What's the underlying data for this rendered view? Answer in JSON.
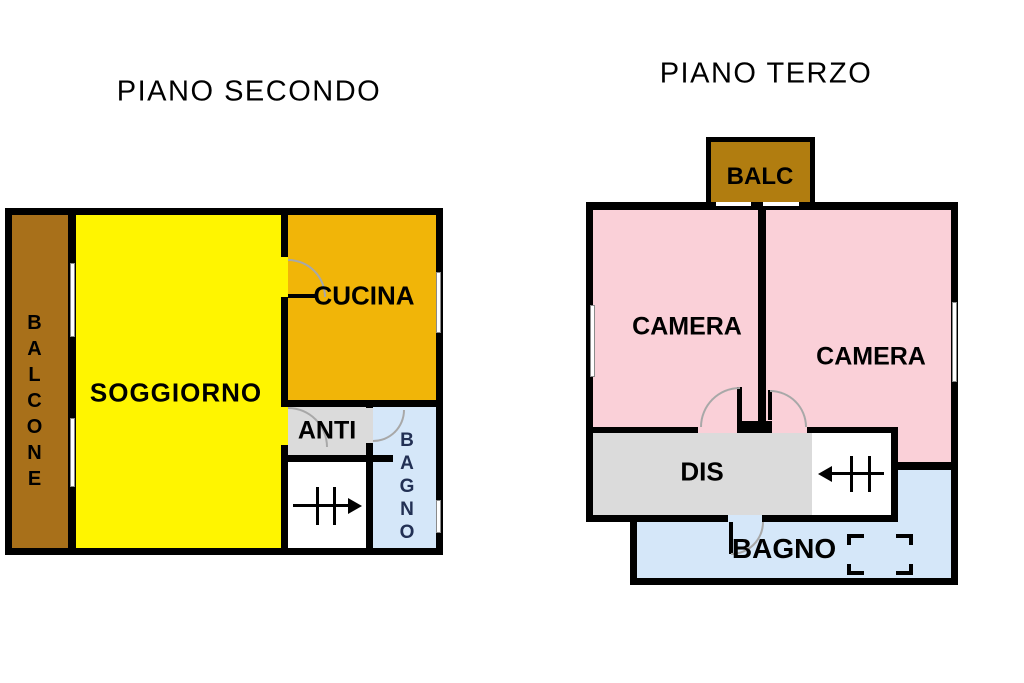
{
  "floors": {
    "secondo": {
      "title": "PIANO SECONDO",
      "rooms": {
        "balcone": "BALCONE",
        "soggiorno": "SOGGIORNO",
        "cucina": "CUCINA",
        "anti": "ANTI",
        "bagno": "BAGNO"
      },
      "stairs_direction": "right"
    },
    "terzo": {
      "title": "PIANO TERZO",
      "rooms": {
        "balc": "BALC",
        "camera_left": "CAMERA",
        "camera_right": "CAMERA",
        "dis": "DIS",
        "bagno": "BAGNO"
      },
      "stairs_direction": "left"
    }
  },
  "colors": {
    "wall": "#000000",
    "balcone_brown": "#a8701a",
    "balc_brown": "#b17d10",
    "soggiorno_yellow": "#fff500",
    "cucina_orange": "#f1b508",
    "gray_room": "#dbdbdb",
    "bagno_blue": "#d5e7f9",
    "camera_pink": "#fad0d8",
    "bagno_vertical_text": "#223054",
    "door_arc": "#a8a8a8",
    "background": "#ffffff"
  },
  "icons": {
    "stairs_secondo": "stairs-arrow-right-icon",
    "stairs_terzo": "stairs-arrow-left-icon",
    "shower": "shower-tray-dashed-icon",
    "windows": "window-opening-marks"
  }
}
